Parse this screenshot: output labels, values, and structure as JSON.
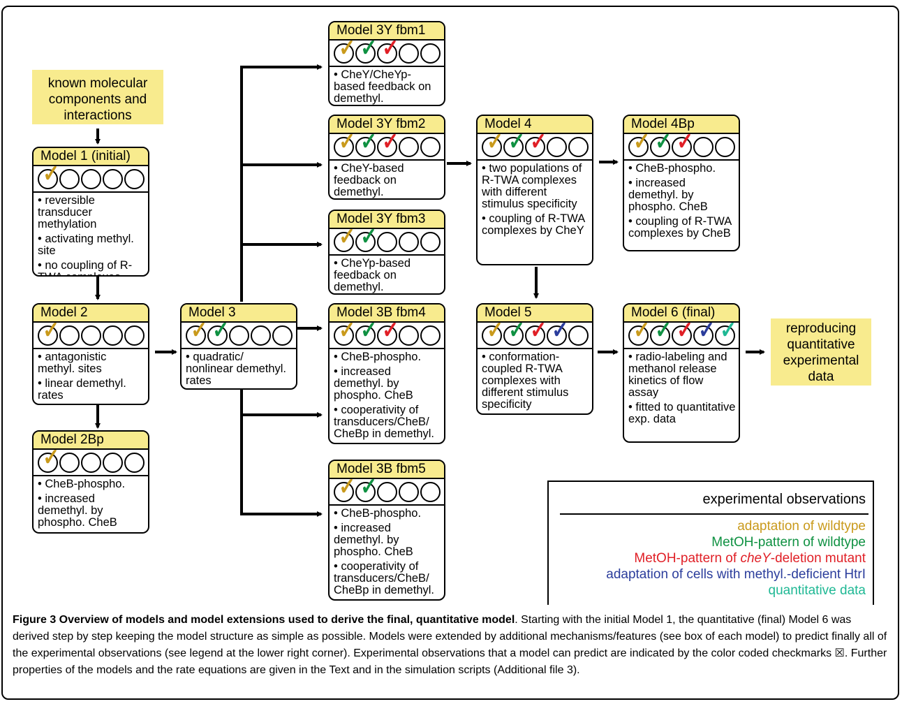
{
  "colors": {
    "adaptation": "#c99a1c",
    "metoh": "#0f9142",
    "deletion": "#e01f26",
    "htri": "#2b3d9c",
    "quant": "#1fb894",
    "header": "#f8eb8e"
  },
  "checkmark_glyph": "✓",
  "start_box": "known molecular components and interactions",
  "end_box": "reproducing quantitative experimental data",
  "models": {
    "m1": {
      "title": "Model 1 (initial)",
      "checks": [
        "adaptation",
        null,
        null,
        null,
        null
      ],
      "bullets": [
        "• reversible transducer methylation",
        "• activating methyl. site",
        "• no coupling of R-TWA complexes"
      ]
    },
    "m2": {
      "title": "Model 2",
      "checks": [
        "adaptation",
        null,
        null,
        null,
        null
      ],
      "bullets": [
        "• antagonistic methyl. sites",
        "• linear demethyl. rates"
      ]
    },
    "m2bp": {
      "title": "Model 2Bp",
      "checks": [
        "adaptation",
        null,
        null,
        null,
        null
      ],
      "bullets": [
        "• CheB-phospho.",
        "• increased demethyl. by phospho. CheB"
      ]
    },
    "m3": {
      "title": "Model 3",
      "checks": [
        "adaptation",
        "metoh",
        null,
        null,
        null
      ],
      "bullets": [
        "• quadratic/ nonlinear demethyl. rates"
      ]
    },
    "m3y1": {
      "title": "Model 3Y fbm1",
      "checks": [
        "adaptation",
        "metoh",
        "deletion",
        null,
        null
      ],
      "bullets": [
        "• CheY/CheYp-based feedback on demethyl."
      ]
    },
    "m3y2": {
      "title": "Model 3Y fbm2",
      "checks": [
        "adaptation",
        "metoh",
        "deletion",
        null,
        null
      ],
      "bullets": [
        "• CheY-based feedback on demethyl."
      ]
    },
    "m3y3": {
      "title": "Model 3Y fbm3",
      "checks": [
        "adaptation",
        "metoh",
        null,
        null,
        null
      ],
      "bullets": [
        "• CheYp-based feedback on demethyl."
      ]
    },
    "m3b4": {
      "title": "Model 3B fbm4",
      "checks": [
        "adaptation",
        "metoh",
        "deletion",
        null,
        null
      ],
      "bullets": [
        "• CheB-phospho.",
        "• increased demethyl. by phospho. CheB",
        "• cooperativity of transducers/CheB/ CheBp in demethyl."
      ]
    },
    "m3b5": {
      "title": "Model 3B fbm5",
      "checks": [
        "adaptation",
        "metoh",
        null,
        null,
        null
      ],
      "bullets": [
        "• CheB-phospho.",
        "• increased demethyl. by phospho. CheB",
        "• cooperativity of transducers/CheB/ CheBp in demethyl."
      ]
    },
    "m4": {
      "title": "Model 4",
      "checks": [
        "adaptation",
        "metoh",
        "deletion",
        null,
        null
      ],
      "bullets": [
        "• two populations of R-TWA complexes with different stimulus specificity",
        "• coupling of R-TWA complexes by CheY"
      ]
    },
    "m4bp": {
      "title": "Model 4Bp",
      "checks": [
        "adaptation",
        "metoh",
        "deletion",
        null,
        null
      ],
      "bullets": [
        "• CheB-phospho.",
        "• increased demethyl. by phospho. CheB",
        "• coupling of R-TWA complexes by CheB"
      ]
    },
    "m5": {
      "title": "Model 5",
      "checks": [
        "adaptation",
        "metoh",
        "deletion",
        "htri",
        null
      ],
      "bullets": [
        "• conformation-coupled R-TWA complexes with different stimulus specificity"
      ]
    },
    "m6": {
      "title": "Model 6 (final)",
      "checks": [
        "adaptation",
        "metoh",
        "deletion",
        "htri",
        "quant"
      ],
      "bullets": [
        "• radio-labeling and methanol release kinetics of flow assay",
        "• fitted to quantitative exp. data"
      ]
    }
  },
  "legend": {
    "title": "experimental observations",
    "items": [
      {
        "key": "adaptation",
        "text": "adaptation of wildtype"
      },
      {
        "key": "metoh",
        "text": "MetOH-pattern of wildtype"
      },
      {
        "key": "deletion",
        "pre": "MetOH-pattern of ",
        "italic": "cheY",
        "post": "-deletion mutant"
      },
      {
        "key": "htri",
        "text": "adaptation of cells with methyl.-deficient HtrI"
      },
      {
        "key": "quant",
        "text": "quantitative data"
      }
    ]
  },
  "caption": {
    "bold": "Figure 3 Overview of models and model extensions used to derive the final, quantitative model",
    "text": ". Starting with the initial Model 1, the quantitative (final) Model 6 was derived step by step keeping the model structure as simple as possible. Models were extended by additional mechanisms/features (see box of each model) to predict finally all of the experimental observations (see legend at the lower right corner). Experimental observations that a model can predict are indicated by the color coded checkmarks ☒. Further properties of the models and the rate equations are given in the Text and in the simulation scripts (Additional file 3)."
  }
}
